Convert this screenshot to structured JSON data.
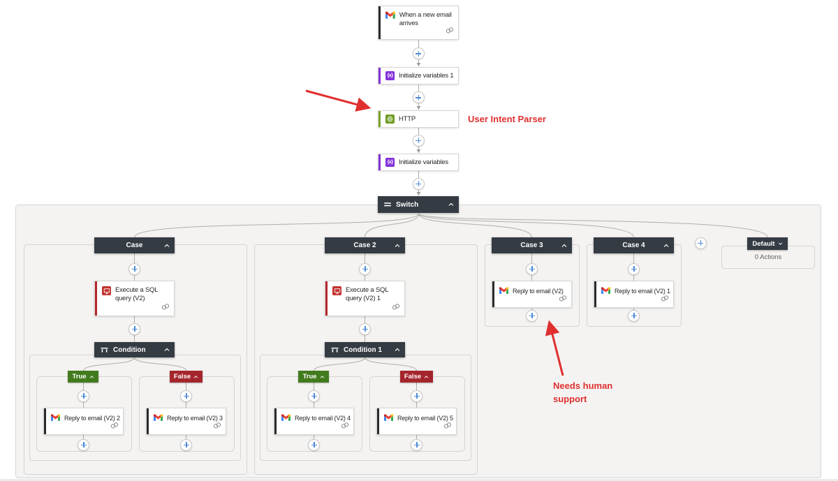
{
  "chain": {
    "trigger": {
      "label": "When a new email arrives"
    },
    "initialize_variables_1": {
      "label": "Initialize variables 1"
    },
    "http": {
      "label": "HTTP"
    },
    "initialize_variables": {
      "label": "Initialize variables"
    },
    "switch": {
      "label": "Switch"
    }
  },
  "cases": [
    {
      "header": "Case",
      "sql_action": "Execute a SQL query (V2)",
      "condition": {
        "header": "Condition",
        "true_label": "True",
        "false_label": "False",
        "true_action": "Reply to email (V2) 2",
        "false_action": "Reply to email (V2) 3"
      }
    },
    {
      "header": "Case 2",
      "sql_action": "Execute a SQL query (V2) 1",
      "condition": {
        "header": "Condition 1",
        "true_label": "True",
        "false_label": "False",
        "true_action": "Reply to email (V2) 4",
        "false_action": "Reply to email (V2) 5"
      }
    },
    {
      "header": "Case 3",
      "action": "Reply to email (V2)"
    },
    {
      "header": "Case 4",
      "action": "Reply to email (V2) 1"
    }
  ],
  "default_branch": {
    "header": "Default",
    "body": "0 Actions"
  },
  "annotations": {
    "user_intent_parser": "User Intent Parser",
    "needs_human_support": "Needs human support"
  },
  "icons": {
    "variables_glyph": "{x}",
    "trigger": "gmail-m-icon",
    "http": "globe-icon",
    "sql": "sql-server-icon",
    "switch": "switch-icon",
    "condition": "condition-icon",
    "collapse": "chevron-up-icon",
    "expand": "chevron-down-icon",
    "link": "link-icon",
    "insert": "plus-icon"
  },
  "colors": {
    "header_dark": "#343b43",
    "true_green": "#427b1d",
    "false_red": "#a4262c",
    "variable_purple": "#8331d8",
    "http_green": "#6f9c24",
    "sql_red": "#c3342f",
    "plus_blue": "#4e8bd4",
    "annotation_red": "#e02f2f",
    "connector_gray": "#b0aeac"
  }
}
